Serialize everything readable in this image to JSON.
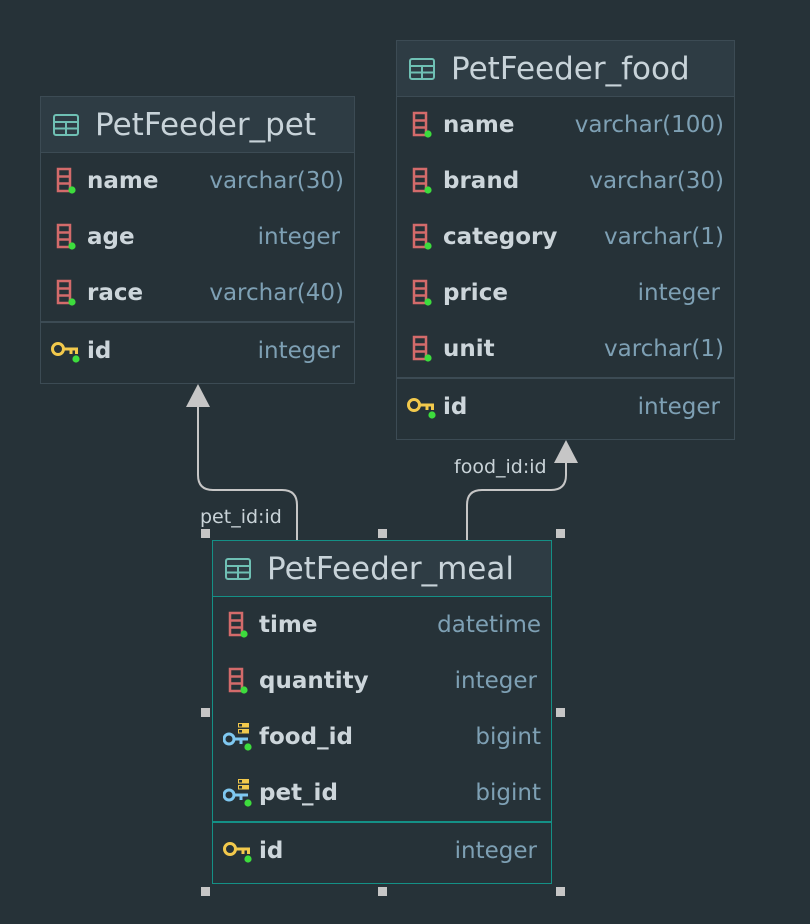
{
  "tables": {
    "pet": {
      "title": "PetFeeder_pet",
      "columns": [
        {
          "name": "name",
          "type": "varchar(30)",
          "kind": "column"
        },
        {
          "name": "age",
          "type": "integer",
          "kind": "column"
        },
        {
          "name": "race",
          "type": "varchar(40)",
          "kind": "column"
        }
      ],
      "keys": [
        {
          "name": "id",
          "type": "integer",
          "kind": "primary-key"
        }
      ]
    },
    "food": {
      "title": "PetFeeder_food",
      "columns": [
        {
          "name": "name",
          "type": "varchar(100)",
          "kind": "column"
        },
        {
          "name": "brand",
          "type": "varchar(30)",
          "kind": "column"
        },
        {
          "name": "category",
          "type": "varchar(1)",
          "kind": "column"
        },
        {
          "name": "price",
          "type": "integer",
          "kind": "column"
        },
        {
          "name": "unit",
          "type": "varchar(1)",
          "kind": "column"
        }
      ],
      "keys": [
        {
          "name": "id",
          "type": "integer",
          "kind": "primary-key"
        }
      ]
    },
    "meal": {
      "title": "PetFeeder_meal",
      "columns": [
        {
          "name": "time",
          "type": "datetime",
          "kind": "column"
        },
        {
          "name": "quantity",
          "type": "integer",
          "kind": "column"
        },
        {
          "name": "food_id",
          "type": "bigint",
          "kind": "foreign-key"
        },
        {
          "name": "pet_id",
          "type": "bigint",
          "kind": "foreign-key"
        }
      ],
      "keys": [
        {
          "name": "id",
          "type": "integer",
          "kind": "primary-key"
        }
      ]
    }
  },
  "relations": [
    {
      "label": "pet_id:id",
      "from": "meal",
      "to": "pet"
    },
    {
      "label": "food_id:id",
      "from": "meal",
      "to": "food"
    }
  ],
  "colors": {
    "background": "#263238",
    "header": "#2e3c44",
    "border": "#3c4b54",
    "selected_border": "#149086",
    "column_icon": "#d36b6b",
    "primary_key_icon": "#f2c94c",
    "foreign_key_icon": "#7fc8f0",
    "not_null_dot": "#3ddc3d",
    "type_text": "#7ea0b4",
    "name_text": "#cdd6db"
  },
  "icons": {
    "table": "table-grid-icon",
    "column": "column-icon",
    "primary_key": "primary-key-icon",
    "foreign_key": "foreign-key-icon"
  }
}
